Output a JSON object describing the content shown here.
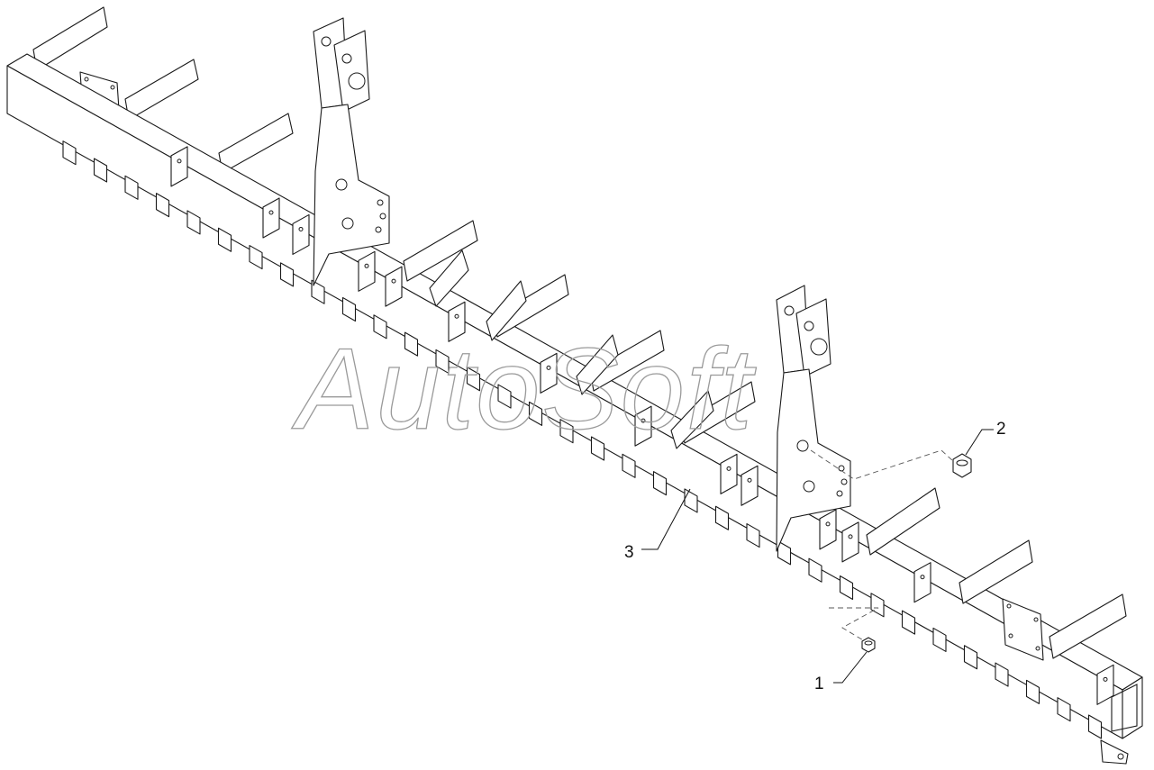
{
  "watermark": "AutoSoft",
  "callouts": [
    {
      "id": "1",
      "label": "1"
    },
    {
      "id": "2",
      "label": "2"
    },
    {
      "id": "3",
      "label": "3"
    }
  ],
  "colors": {
    "line": "#1a1a1a",
    "background": "#ffffff",
    "watermark": "#9a9a9a"
  }
}
